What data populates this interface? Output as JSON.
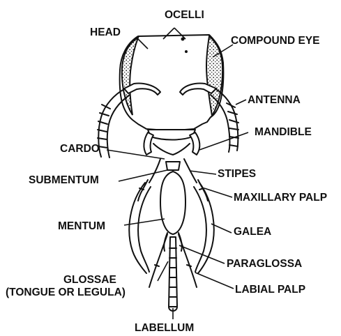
{
  "labels": {
    "ocelli": "OCELLI",
    "head": "HEAD",
    "compound_eye": "COMPOUND EYE",
    "antenna": "ANTENNA",
    "mandible": "MANDIBLE",
    "cardo": "CARDO",
    "stipes": "STIPES",
    "submentum": "SUBMENTUM",
    "maxillary_palp": "MAXILLARY PALP",
    "mentum": "MENTUM",
    "galea": "GALEA",
    "paraglossa": "PARAGLOSSA",
    "glossae_line1": "GLOSSAE",
    "glossae_line2": "(TONGUE OR LEGULA)",
    "labial_palp": "LABIAL PALP",
    "labellum": "LABELLUM"
  }
}
